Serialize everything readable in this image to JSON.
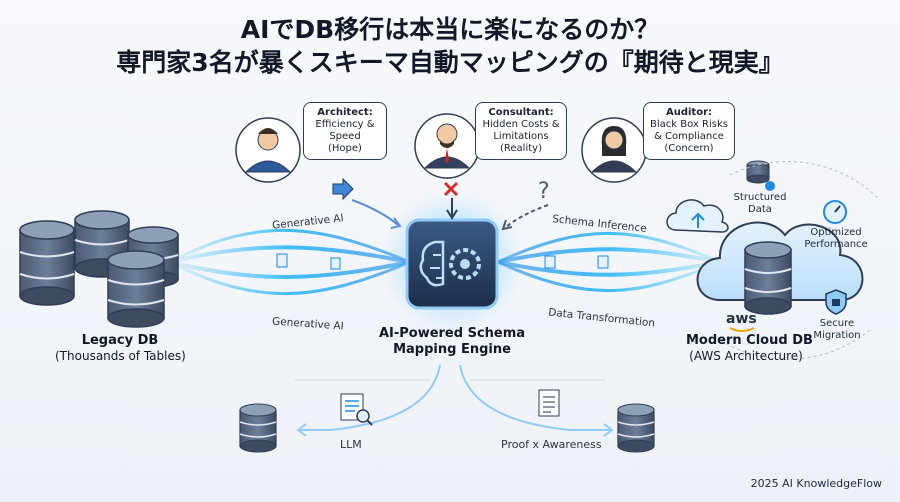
{
  "title": {
    "line1": "AIでDB移行は本当に楽になるのか？",
    "line2": "専門家3名が暴くスキーマ自動マッピングの『期待と現実』"
  },
  "experts": [
    {
      "role": "Architect:",
      "lines": [
        "Efficiency &",
        "Speed",
        "(Hope)"
      ]
    },
    {
      "role": "Consultant:",
      "lines": [
        "Hidden Costs &",
        "Limitations",
        "(Reality)"
      ]
    },
    {
      "role": "Auditor:",
      "lines": [
        "Black Box Risks",
        "& Compliance",
        "(Concern)"
      ]
    }
  ],
  "legacy": {
    "title": "Legacy DB",
    "subtitle": "(Thousands of Tables)"
  },
  "engine": {
    "line1": "AI-Powered Schema",
    "line2": "Mapping Engine"
  },
  "cloud": {
    "title": "Modern Cloud DB",
    "subtitle": "(AWS Architecture)",
    "logo_text": "aws"
  },
  "flow_labels": {
    "top_left": "Generative AI",
    "bottom_left": "Generative AI",
    "top_right": "Schema Inference",
    "bottom_right": "Data Transformation"
  },
  "features": {
    "structured": [
      "Structured",
      "Data"
    ],
    "optimized": [
      "Optimized",
      "Performance"
    ],
    "secure": [
      "Secure",
      "Migration"
    ]
  },
  "bottom": {
    "left": "LLM",
    "right": "Proof x Awareness"
  },
  "footer": "2025 AI KnowledgeFlow",
  "colors": {
    "accent": "#1e88e5",
    "glow": "#4fc3f7",
    "dark": "#2f3d55"
  }
}
